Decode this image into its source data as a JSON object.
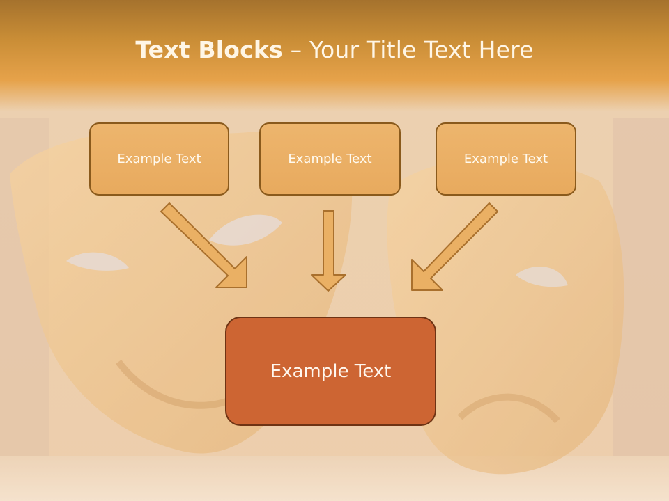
{
  "title": {
    "bold": "Text Blocks",
    "separator": " – ",
    "rest": "Your Title Text Here"
  },
  "boxes": {
    "top_left": "Example Text",
    "top_middle": "Example Text",
    "top_right": "Example Text",
    "main": "Example Text"
  },
  "colors": {
    "title_band": "#c98d36",
    "box_fill": "#eab064",
    "box_border": "#8a5a1c",
    "main_fill": "#cd6533",
    "main_border": "#6e3314",
    "arrow_fill": "#eab064",
    "arrow_stroke": "#a9702d"
  },
  "icons": [
    "arrow-down-right",
    "arrow-down",
    "arrow-down-left"
  ]
}
